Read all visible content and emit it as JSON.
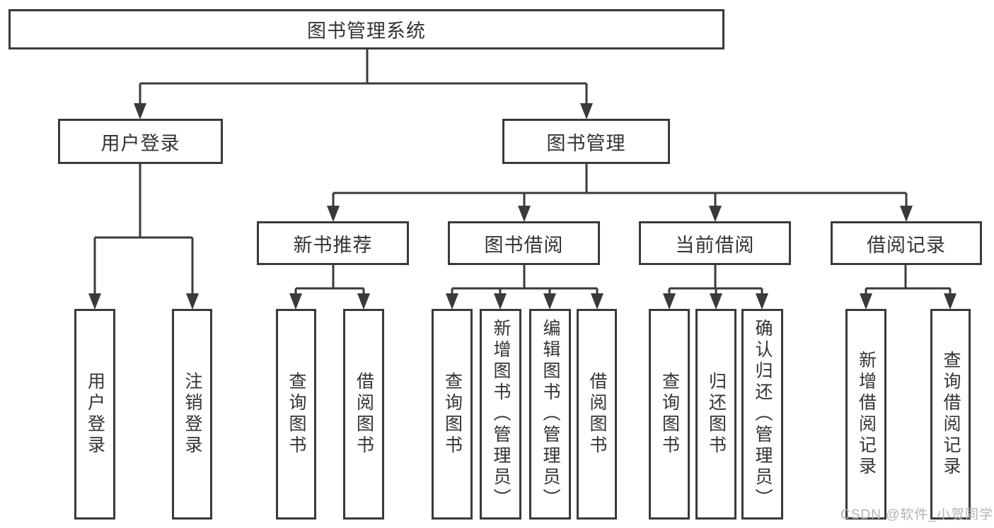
{
  "colors": {
    "background": "#ffffff",
    "line": "#3a3a3a",
    "box_border": "#3a3a3a",
    "box_fill": "#ffffff",
    "text": "#333333",
    "watermark": "#b3b3b3"
  },
  "tree": {
    "label": "图书管理系统",
    "children": [
      {
        "label": "用户登录",
        "children": [
          {
            "label": "用户登录"
          },
          {
            "label": "注销登录"
          }
        ]
      },
      {
        "label": "图书管理",
        "children": [
          {
            "label": "新书推荐",
            "children": [
              {
                "label": "查询图书"
              },
              {
                "label": "借阅图书"
              }
            ]
          },
          {
            "label": "图书借阅",
            "children": [
              {
                "label": "查询图书"
              },
              {
                "label": "新增图书（管理员）"
              },
              {
                "label": "编辑图书（管理员）"
              },
              {
                "label": "借阅图书"
              }
            ]
          },
          {
            "label": "当前借阅",
            "children": [
              {
                "label": "查询图书"
              },
              {
                "label": "归还图书"
              },
              {
                "label": "确认归还（管理员）"
              }
            ]
          },
          {
            "label": "借阅记录",
            "children": [
              {
                "label": "新增借阅记录"
              },
              {
                "label": "查询借阅记录"
              }
            ]
          }
        ]
      }
    ]
  },
  "watermark": {
    "text": "CSDN @软件_小贺同学"
  }
}
